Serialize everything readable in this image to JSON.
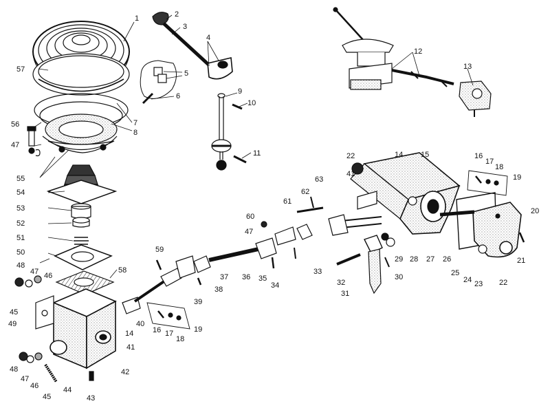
{
  "figure": {
    "callouts": [
      "1",
      "2",
      "3",
      "4",
      "5",
      "6",
      "7",
      "8",
      "9",
      "10",
      "11",
      "12",
      "13",
      "14",
      "15",
      "16",
      "17",
      "18",
      "19",
      "20",
      "21",
      "22",
      "23",
      "24",
      "25",
      "26",
      "27",
      "28",
      "29",
      "30",
      "31",
      "32",
      "33",
      "34",
      "35",
      "36",
      "37",
      "38",
      "39",
      "40",
      "41",
      "42",
      "43",
      "44",
      "45",
      "46",
      "47",
      "48",
      "49",
      "50",
      "51",
      "52",
      "53",
      "54",
      "55",
      "56",
      "57",
      "58",
      "59",
      "60",
      "61",
      "62",
      "63"
    ],
    "colors": {
      "ink": "#111111",
      "paper": "#ffffff",
      "shade": "#d9d9d9"
    }
  }
}
